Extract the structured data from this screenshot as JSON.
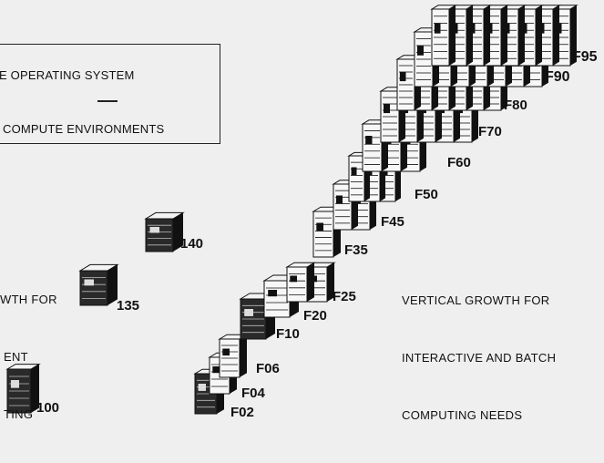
{
  "box": {
    "line1": "E OPERATING SYSTEM",
    "line2": "COMPUTE ENVIRONMENTS"
  },
  "left_caption": {
    "lines": [
      "WTH FOR",
      "ENT",
      "TING"
    ]
  },
  "right_caption": {
    "lines": [
      "VERTICAL GROWTH FOR",
      "INTERACTIVE AND BATCH",
      "COMPUTING NEEDS"
    ]
  },
  "model_labels": {
    "m100": "100",
    "m135": "135",
    "m140": "140",
    "f02": "F02",
    "f04": "F04",
    "f06": "F06",
    "f10": "F10",
    "f20": "F20",
    "f25": "F25",
    "f35": "F35",
    "f45": "F45",
    "f50": "F50",
    "f60": "F60",
    "f70": "F70",
    "f80": "F80",
    "f90": "F90",
    "f95": "F95"
  },
  "colors": {
    "background": "#efefef",
    "ink": "#111111"
  }
}
